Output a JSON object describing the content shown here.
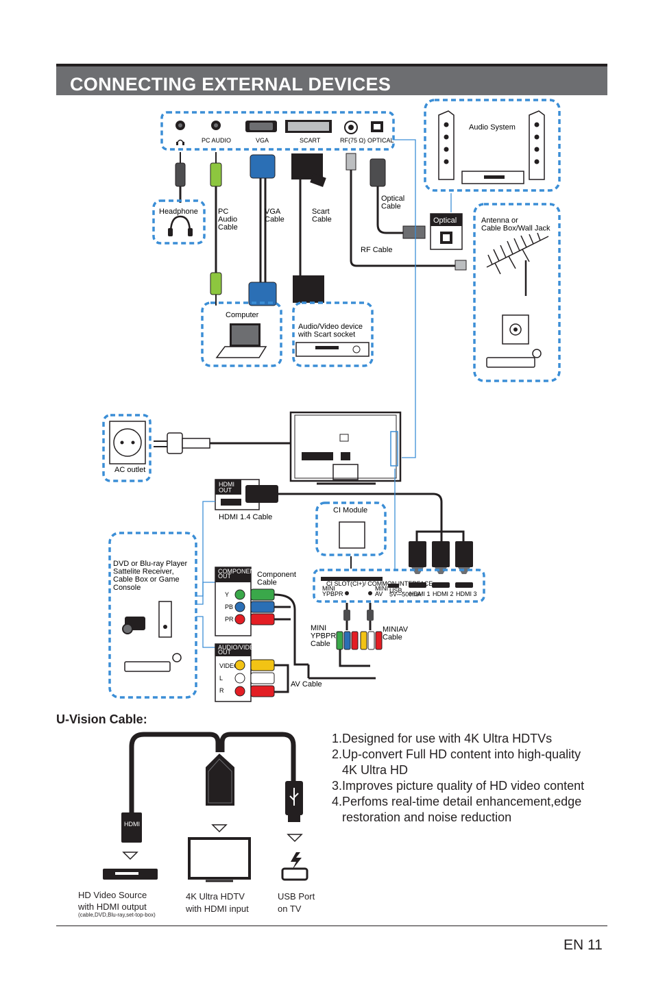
{
  "title": "CONNECTING EXTERNAL DEVICES",
  "rear_panel_ports": [
    "PC AUDIO",
    "VGA",
    "SCART",
    "RF(75 Ω)",
    "OPTICAL"
  ],
  "cables": {
    "headphone": "Headphone",
    "pc_audio": "PC\nAudio\nCable",
    "vga": "VGA\nCable",
    "scart": "Scart\nCable",
    "optical": "Optical\nCable",
    "rf": "RF Cable",
    "hdmi14": "HDMI 1.4 Cable",
    "component": "Component\nCable",
    "mini_ypbpr": "MINI\nYPBPR\nCable",
    "miniav": "MINIAV\nCable",
    "av": "AV Cable"
  },
  "devices": {
    "audio_system": "Audio System",
    "optical_input": "Optical",
    "antenna": "Antenna or\nCable Box/Wall Jack",
    "computer": "Computer",
    "scart_device": "Audio/Video device\nwith Scart socket",
    "ac_outlet": "AC outlet",
    "ci_module": "CI Module",
    "dvd_player": "DVD or Blu-ray Player\nSattelite Receiver,\nCable Box or Game\nConsole",
    "hdmi_out": "HDMI\nOUT",
    "component_out": "COMPONENT\nOUT",
    "av_out": "AUDIO/VIDEO\nOUT"
  },
  "component_jacks": [
    "Y",
    "PB",
    "PR"
  ],
  "av_jacks": [
    "VIDEO",
    "L",
    "R"
  ],
  "side_panel": {
    "ci_slot": "CI SLOT(CI+)/ COMMON INTERFACE",
    "ports": [
      "MINI\nYPBPR",
      "MINI\nAV",
      "USB\n5V⎓500mA",
      "HDMI 1",
      "HDMI 2",
      "HDMI 3"
    ]
  },
  "uvision": {
    "title": "U-Vision Cable:",
    "features": [
      "1.Designed for use with 4K Ultra HDTVs",
      "2.Up-convert Full HD content into high-quality",
      "   4K Ultra HD",
      "3.Improves picture quality of HD video content",
      "4.Perfoms real-time detail enhancement,edge",
      "   restoration and noise reduction"
    ],
    "hdmi_plug_text": "HDMI",
    "source_label": "HD Video Source\nwith HDMI output",
    "source_note": "(cable,DVD,Blu-ray,set-top-box)",
    "tv_label": "4K Ultra HDTV\nwith HDMI input",
    "usb_label": "USB Port\non TV"
  },
  "colors": {
    "header_bar": "#6d6e71",
    "dashed_border": "#3b8ed6",
    "vga_blue": "#2b6fb5",
    "pc_audio_green": "#8dc63f"
  },
  "page_number": "EN 11"
}
